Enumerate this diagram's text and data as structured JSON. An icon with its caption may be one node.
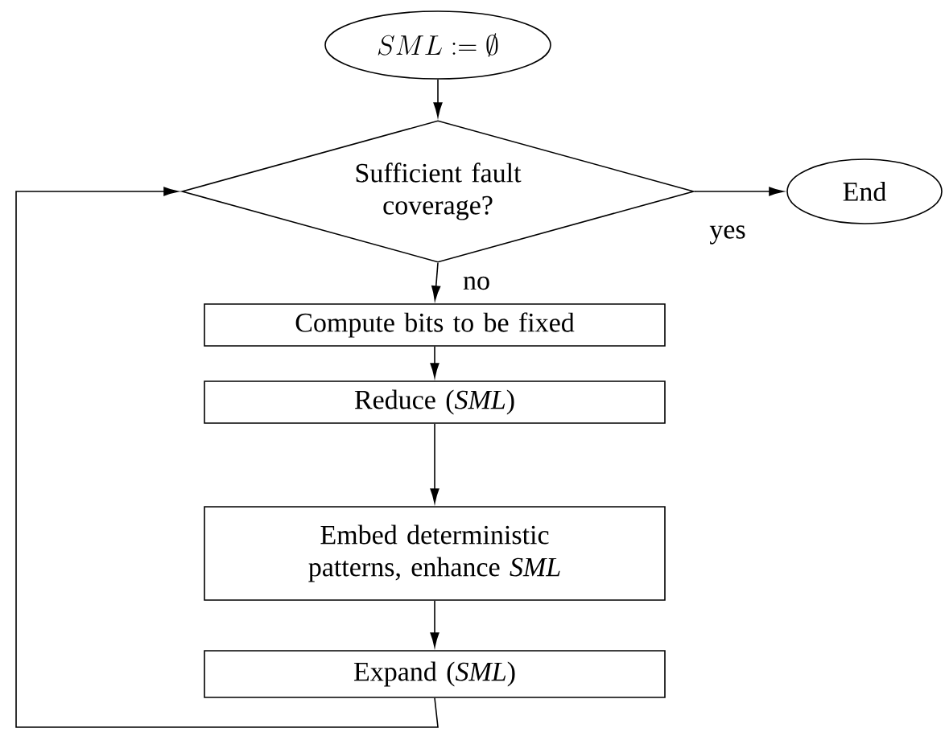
{
  "diagram": {
    "nodes": [
      {
        "text": [
          "SML := \\emptyset"
        ]
      },
      {
        "text": [
          "Sufficient fault coverage?"
        ]
      },
      {
        "text": [
          "End"
        ]
      },
      {
        "text": [
          "Compute bits to be fixed"
        ]
      },
      {
        "text": [
          "Reduce (*SML*)"
        ]
      },
      {
        "text": [
          "Embed deterministic patterns, enhance *SML*"
        ]
      },
      {
        "text": [
          "Expand (*SML*)"
        ]
      }
    ],
    "edges": [
      {
        "from": 0,
        "to": 1,
        "arrow": "to"
      },
      {
        "from": 1,
        "to": 2,
        "arrow": "to",
        "label": "yes"
      },
      {
        "from": 1,
        "to": 3,
        "arrow": "to",
        "label": "no"
      },
      {
        "from": 3,
        "to": 4,
        "arrow": "to"
      },
      {
        "from": 4,
        "to": 5,
        "arrow": "to"
      },
      {
        "from": 5,
        "to": 6,
        "arrow": "to"
      },
      {
        "from": 6,
        "to": 1,
        "arrow": "to"
      }
    ]
  }
}
